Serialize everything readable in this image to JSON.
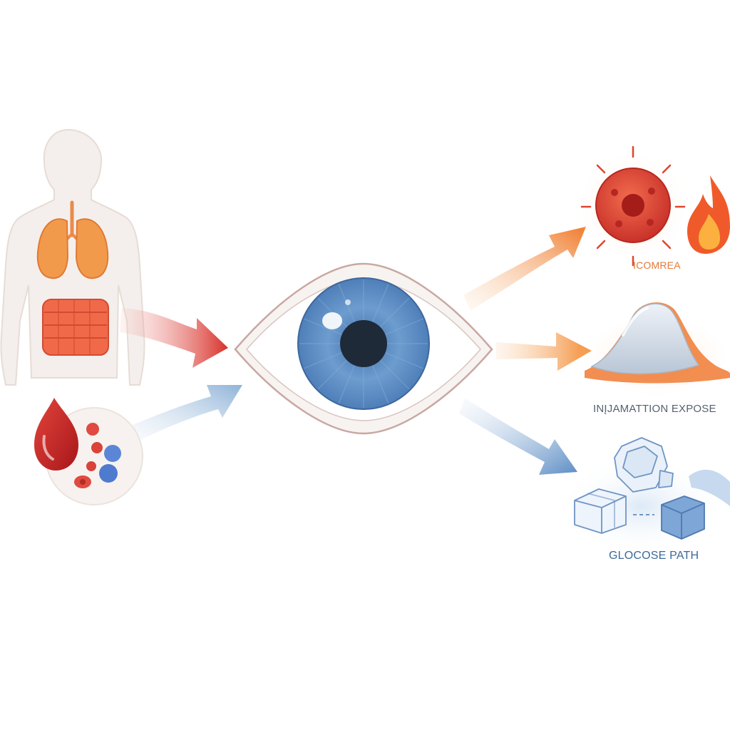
{
  "labels": {
    "top": "ICOMREA",
    "middle": "INĮJAMATTION EXPOSE",
    "bottom": "GLOCOSE PATH"
  },
  "icons": {
    "body": "human-body-organs-icon",
    "blood": "blood-drop-cells-icon",
    "eye": "eye-icon",
    "cell": "inflamed-cell-icon",
    "flame": "flame-icon",
    "cornea": "cornea-mound-icon",
    "crystals": "glucose-crystal-cubes-icon"
  },
  "colors": {
    "red": "#d8302a",
    "orange": "#f08a3a",
    "blue": "#6a98c8",
    "iris": "#5b8cc4",
    "pupil": "#1e2a38"
  }
}
